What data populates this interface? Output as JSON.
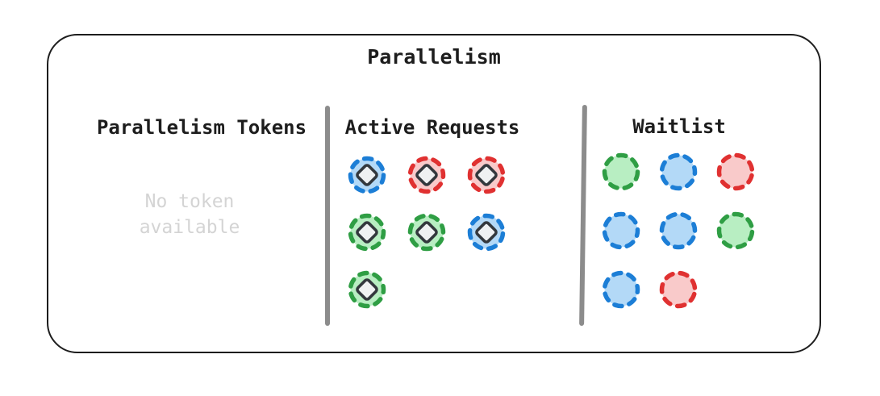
{
  "title": "Parallelism",
  "sections": {
    "tokens": {
      "heading": "Parallelism Tokens",
      "empty_message": "No token\navailable"
    },
    "active": {
      "heading": "Active Requests",
      "rows": [
        [
          "blue",
          "red",
          "red"
        ],
        [
          "green",
          "green",
          "blue"
        ],
        [
          "green"
        ]
      ]
    },
    "waitlist": {
      "heading": "Waitlist",
      "rows": [
        [
          "green",
          "blue",
          "red"
        ],
        [
          "blue",
          "blue",
          "green"
        ],
        [
          "blue",
          "red"
        ]
      ]
    }
  },
  "colors": {
    "blue": {
      "stroke": "#1c7ed6",
      "fill": "#b3d9f7"
    },
    "red": {
      "stroke": "#e03131",
      "fill": "#f9caca"
    },
    "green": {
      "stroke": "#2f9e44",
      "fill": "#b8eec2"
    },
    "diamond_stroke": "#33383d",
    "diamond_fill": "#eff1f2",
    "divider": "#8c8c8c",
    "border": "#1d1d1d",
    "text": "#1d1d1d",
    "muted_text": "#d4d4d4"
  }
}
